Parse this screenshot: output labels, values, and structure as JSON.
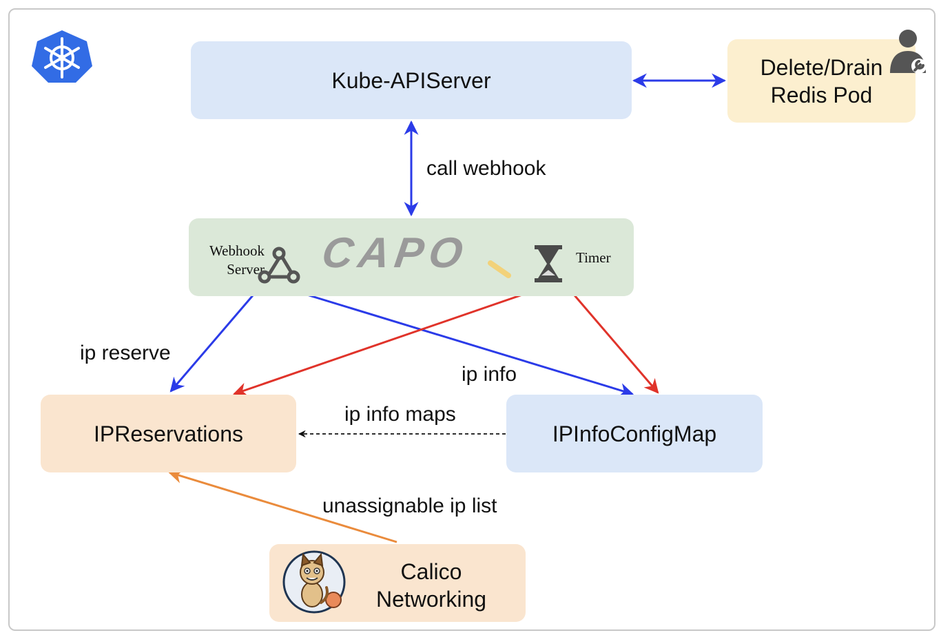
{
  "nodes": {
    "apiserver": {
      "label": "Kube-APIServer"
    },
    "delete_drain": {
      "line1": "Delete/Drain",
      "line2": "Redis Pod"
    },
    "capo": {
      "logo_text": "CAPO",
      "webhook_line1": "Webhook",
      "webhook_line2": "Server",
      "timer": "Timer"
    },
    "ipreservations": {
      "label": "IPReservations"
    },
    "ipinfoconfigmap": {
      "label": "IPInfoConfigMap"
    },
    "calico": {
      "line1": "Calico",
      "line2": "Networking"
    }
  },
  "edges": {
    "call_webhook": "call webhook",
    "ip_reserve": "ip reserve",
    "ip_info": "ip info",
    "ip_info_maps": "ip info maps",
    "unassignable": "unassignable ip list"
  },
  "colors": {
    "blue_arrow": "#2b3be8",
    "red_arrow": "#e0332a",
    "orange_arrow": "#ea8b3c",
    "dashed_arrow": "#111111",
    "k8s_blue": "#326ce5"
  },
  "icons": [
    "kubernetes-logo",
    "admin-user-icon",
    "webhook-icon",
    "hourglass-icon",
    "calico-cat-logo"
  ]
}
